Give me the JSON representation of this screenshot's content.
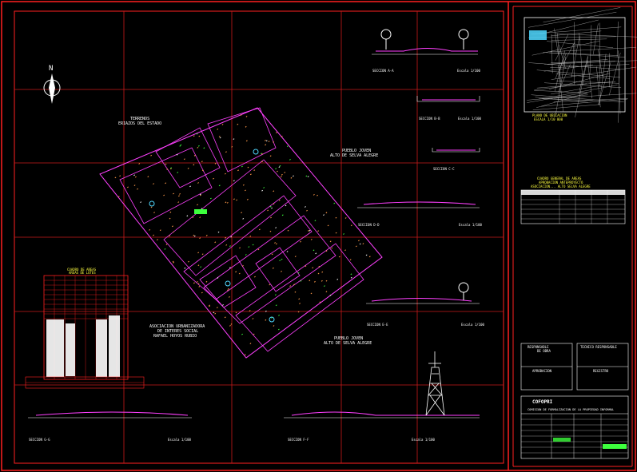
{
  "colors": {
    "background": "#000000",
    "frame": "#ff2020",
    "grid": "#c81a1a",
    "block": "#ff40ff",
    "lot": "#ff9a4a",
    "green": "#3dff3d",
    "cyan": "#4fd8ff",
    "yellow": "#ffff40",
    "white": "#ffffff"
  },
  "labels": {
    "north": "N",
    "terreno": "TERRENOS",
    "terreno_sub": "ERIAZOS DEL ESTADO",
    "pueblo_top": "PUEBLO JOVEN",
    "pueblo_top_sub": "ALTO DE SELVA ALEGRE",
    "pueblo_bottom": "PUEBLO JOVEN",
    "pueblo_bottom_sub": "ALTO DE SELVA ALEGRE",
    "asociacion_1": "ASOCIACION URBANIZADORA",
    "asociacion_2": "DE INTERES SOCIAL",
    "asociacion_3": "RAFAEL HOYOS RUBIO",
    "table_title_1": "CUADRO DE AREAS",
    "table_title_2": "AREAS DE LOTES",
    "sec_a": "SECCION A-A",
    "sec_b": "SECCION B-B",
    "sec_c": "SECCION C-C",
    "sec_d": "SECCION D-D",
    "sec_e": "SECCION E-E",
    "sec_g": "SECCION G-G",
    "sec_f": "SECCION F-F",
    "escala": "Escala 1/100",
    "plano_ubicacion": "PLANO DE UBICACION",
    "plano_escala": "ESCALA 1/10 000",
    "cuadro_1": "CUADRO GENERAL DE AREAS",
    "cuadro_2": "APROBACION ANTEPROYECTO",
    "cuadro_3": "ASOCIACION... ALTO SELVA ALEGRE",
    "box_1": "RESPONSABLE",
    "box_1b": "DE OBRA",
    "box_2": "TECNICO RESPONSABLE",
    "box_3": "APROBACION",
    "box_4": "REGISTRO",
    "cofopri": "COFOPRI",
    "cofopri_sub": "COMISION DE FORMALIZACION DE LA PROPIEDAD INFORMAL"
  }
}
